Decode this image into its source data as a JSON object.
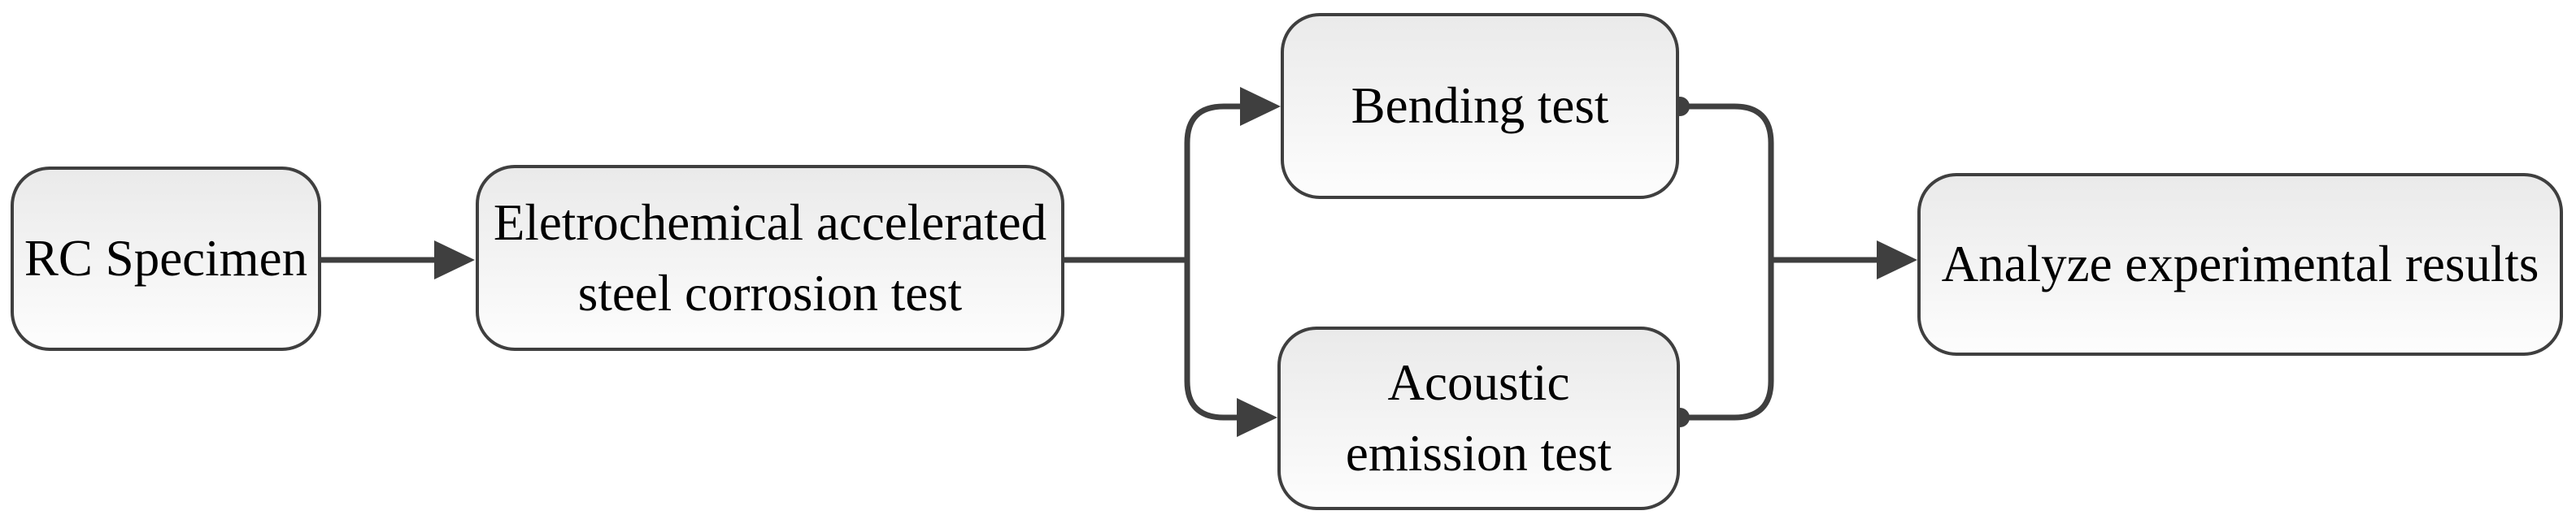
{
  "colors": {
    "bg": "#ffffff",
    "line": "#3f3f3f",
    "node_border": "#3f3f3f",
    "node_fill_top": "#eaeaea",
    "node_fill_bottom": "#fdfdfd",
    "text": "#000000"
  },
  "nodes": {
    "rc_specimen": {
      "line1": "RC Specimen"
    },
    "corrosion_test": {
      "line1": "Eletrochemical accelerated",
      "line2": "steel corrosion test"
    },
    "bending_test": {
      "line1": "Bending test"
    },
    "acoustic_test": {
      "line1": "Acoustic",
      "line2": "emission test"
    },
    "analyze_results": {
      "line1": "Analyze experimental results"
    }
  },
  "edges": [
    {
      "from": "RC Specimen",
      "to": "Eletrochemical accelerated steel corrosion test",
      "start_marker": "none",
      "end_marker": "arrow"
    },
    {
      "from": "Eletrochemical accelerated steel corrosion test",
      "to": "Bending test",
      "start_marker": "none",
      "end_marker": "arrow"
    },
    {
      "from": "Eletrochemical accelerated steel corrosion test",
      "to": "Acoustic emission test",
      "start_marker": "none",
      "end_marker": "arrow"
    },
    {
      "from": "Bending test",
      "to": "Analyze experimental results",
      "start_marker": "dot",
      "end_marker": "arrow"
    },
    {
      "from": "Acoustic emission test",
      "to": "Analyze experimental results",
      "start_marker": "dot",
      "end_marker": "arrow"
    }
  ]
}
